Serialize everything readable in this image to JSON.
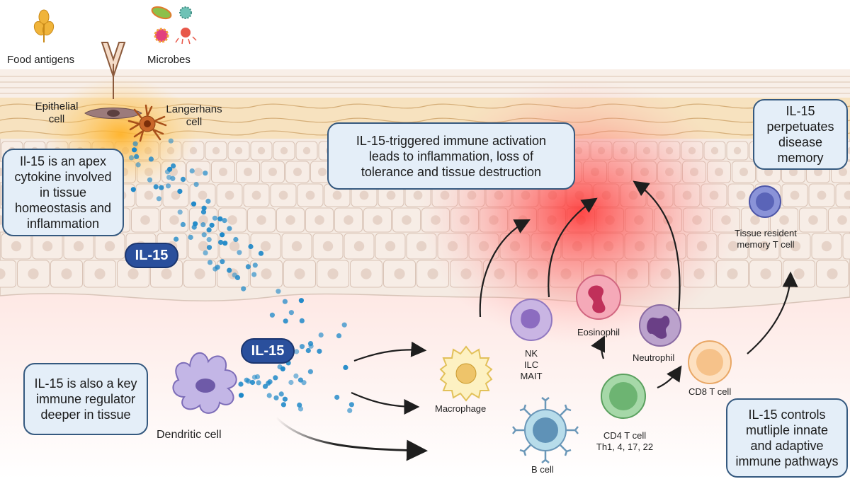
{
  "labels": {
    "food_antigens": "Food antigens",
    "microbes": "Microbes",
    "epithelial_cell_1": "Epithelial",
    "epithelial_cell_2": "cell",
    "langerhans_cell_1": "Langerhans",
    "langerhans_cell_2": "cell",
    "dendritic_cell": "Dendritic cell",
    "macrophage": "Macrophage",
    "nk": "NK",
    "ilc": "ILC",
    "mait": "MAIT",
    "eosinophil": "Eosinophil",
    "neutrophil": "Neutrophil",
    "cd8_t_cell": "CD8 T cell",
    "cd4_t_cell_1": "CD4 T cell",
    "cd4_t_cell_2": "Th1, 4, 17, 22",
    "b_cell": "B cell",
    "trm_1": "Tissue resident",
    "trm_2": "memory T cell"
  },
  "pills": {
    "il15_upper": "IL-15",
    "il15_lower": "IL-15"
  },
  "boxes": {
    "apex": [
      "Il-15 is an apex",
      "cytokine involved",
      "in tissue",
      "homeostasis and",
      "inflammation"
    ],
    "activation": [
      "IL-15-triggered immune activation",
      "leads to inflammation, loss of",
      "tolerance and tissue destruction"
    ],
    "memory": [
      "IL-15",
      "perpetuates",
      "disease",
      "memory"
    ],
    "regulator": [
      "IL-15 is also a key",
      "immune regulator",
      "deeper in tissue"
    ],
    "controls": [
      "IL-15 controls",
      "mutliple innate",
      "and adaptive",
      "immune pathways"
    ]
  },
  "colors": {
    "box_fill": "#e4eef8",
    "box_border": "#35597f",
    "pill_fill": "#2a4f9c",
    "dot": "#1e88c8",
    "inflammation": "#ff3b3b"
  }
}
